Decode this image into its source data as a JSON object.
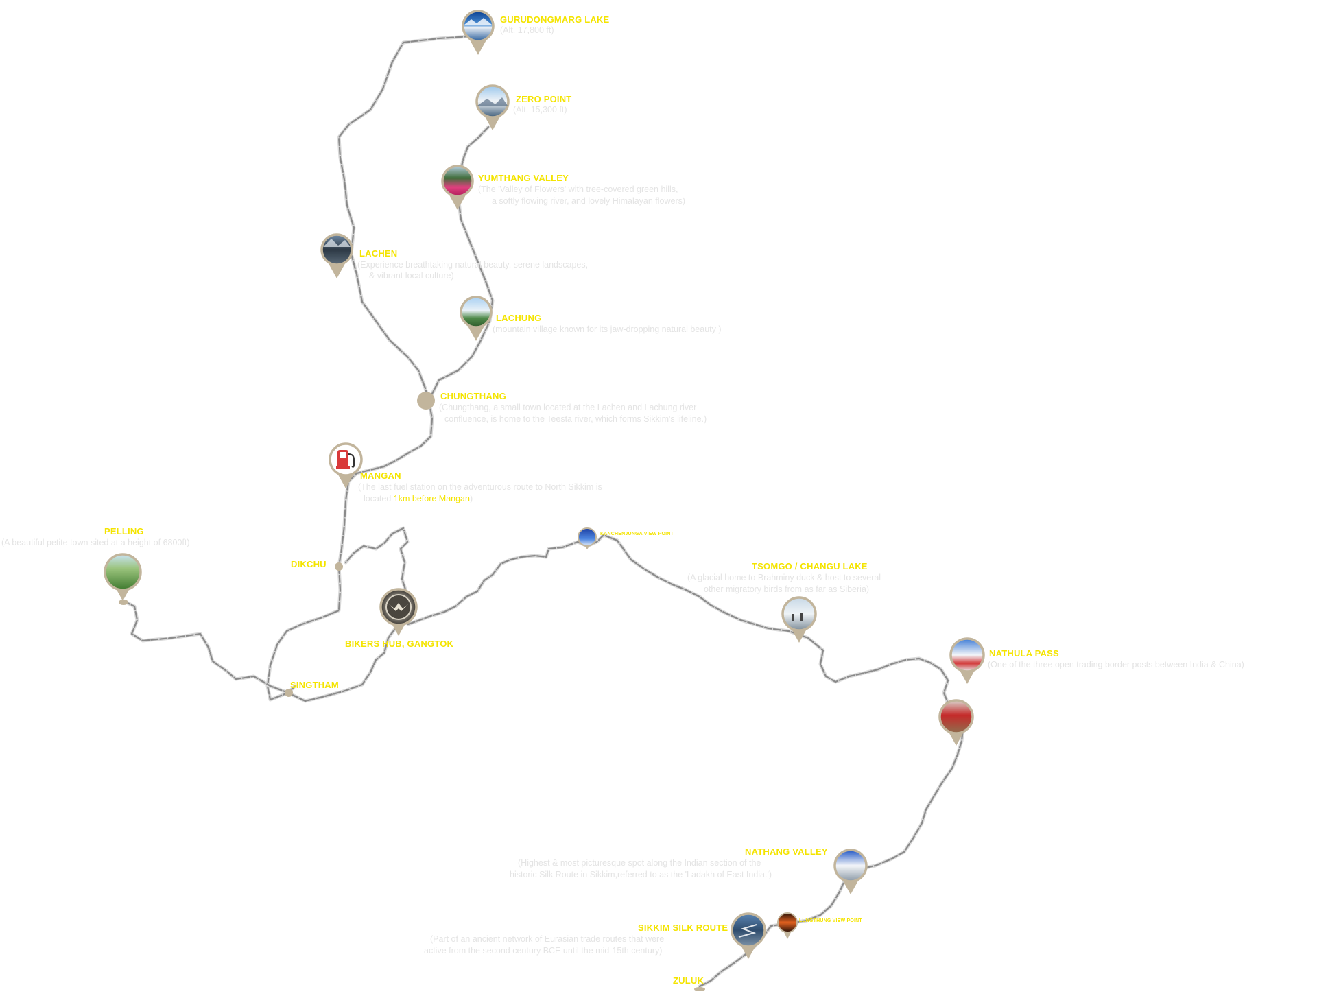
{
  "colors": {
    "label": "#f4e400",
    "description": "#e4e4e4",
    "route": "#8a8a8a",
    "pin": "#c2b59c"
  },
  "places": {
    "gurudongmarg": {
      "name": "GURUDONGMARG LAKE",
      "note": "(Alt. 17,800 ft)",
      "icon": "lake-photo-icon"
    },
    "zero_point": {
      "name": "ZERO POINT",
      "note": "(Alt. 15,300 ft)",
      "icon": "snow-photo-icon"
    },
    "yumthang": {
      "name": "YUMTHANG VALLEY",
      "note_line1": "(The 'Valley of Flowers' with tree-covered green hills,",
      "note_line2": "a softly flowing river, and lovely Himalayan flowers)",
      "icon": "flowers-photo-icon"
    },
    "lachen": {
      "name": "LACHEN",
      "note_line1": "(Experience breathtaking natural beauty, serene landscapes,",
      "note_line2": "& vibrant local culture)",
      "icon": "mountain-village-photo-icon"
    },
    "lachung": {
      "name": "LACHUNG",
      "note": "(mountain village known for its jaw-dropping natural beauty       )",
      "icon": "valley-photo-icon"
    },
    "chungthang": {
      "name": "CHUNGTHANG",
      "note_line1": "(Chungthang, a small town located at the Lachen and Lachung river",
      "note_line2": "confluence, is home to the Teesta river, which forms Sikkim's lifeline.)"
    },
    "mangan": {
      "name": "MANGAN",
      "note_line1": "(The last fuel station on the adventurous route to North Sikkim is",
      "note_line2_pre": "located ",
      "note_line2_hl": "1km before Mangan",
      "note_line2_post": ")",
      "icon": "fuel-pump-icon"
    },
    "pelling": {
      "name": "PELLING",
      "note": "(A beautiful petite town sited at a height of 6800ft)",
      "icon": "hills-photo-icon"
    },
    "dikchu": {
      "name": "DIKCHU"
    },
    "bikers_hub": {
      "name": "BIKERS HUB, GANGTOK",
      "icon": "bikers-hub-logo-icon"
    },
    "singtham": {
      "name": "SINGTHAM"
    },
    "kanchenjunga": {
      "name": "KANCHENJUNGA VIEW POINT",
      "icon": "sky-photo-icon"
    },
    "tsomgo": {
      "name": "TSOMGO / CHANGU LAKE",
      "note_line1": "(A glacial home to Brahminy duck & host to several",
      "note_line2": "other migratory birds from as far as Siberia)",
      "icon": "frozen-lake-photo-icon"
    },
    "nathula": {
      "name": "NATHULA PASS",
      "note": "(One of the three open trading border posts between India & China)",
      "icon": "border-pass-photo-icon"
    },
    "unnamed_stop": {
      "icon": "red-structure-photo-icon"
    },
    "nathang": {
      "name": "NATHANG VALLEY",
      "note_line1": "(Highest & most picturesque spot along the Indian section of the",
      "note_line2": "historic Silk Route in Sikkim,referred to as the 'Ladakh of East India.')",
      "icon": "snow-road-photo-icon"
    },
    "lungthung": {
      "name": "LUNGTHUNG VIEW POINT",
      "icon": "sunset-photo-icon"
    },
    "silk_route": {
      "name": "SIKKIM SILK ROUTE",
      "note_line1": "(Part of an ancient network of Eurasian trade routes that were",
      "note_line2": "active from the second century BCE until the mid-15th century)",
      "icon": "zigzag-road-photo-icon"
    },
    "zuluk": {
      "name": "ZULUK"
    }
  }
}
